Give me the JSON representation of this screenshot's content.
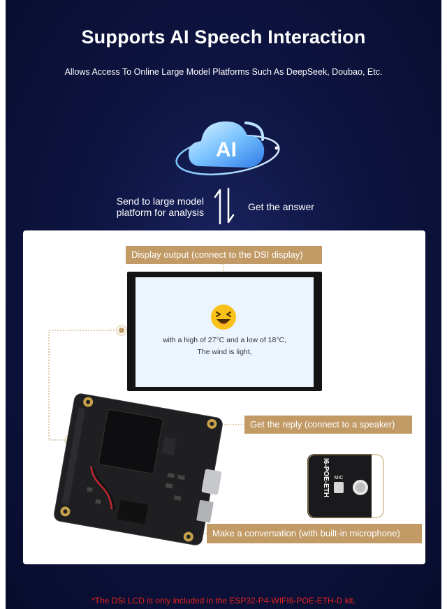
{
  "header": {
    "title": "Supports AI Speech Interaction",
    "subtitle": "Allows Access To Online Large Model Platforms Such As DeepSeek, Doubao, Etc."
  },
  "ai_logo": {
    "text": "AI",
    "icon": "ai-cloud-icon"
  },
  "flow": {
    "send_line1": "Send to large model",
    "send_line2": "platform for analysis",
    "answer": "Get the answer",
    "icon": "up-down-arrows-icon"
  },
  "callouts": {
    "display": "Display output (connect to the DSI display)",
    "reply": "Get the reply (connect to a speaker)",
    "conversation": "Make a conversation (with built-in microphone)"
  },
  "screen": {
    "emoji": "laughing-face-icon",
    "line1": "with a high of 27°C and a low of 18°C,",
    "line2": "The wind is light,"
  },
  "inset": {
    "board_label": "I6-POE-ETH",
    "mic_label": "MIC"
  },
  "footnote": "*The DSI LCD is only included in the ESP32-P4-WIFI6-POE-ETH-D kit.",
  "colors": {
    "background": "#0d1440",
    "tag": "#c19a66",
    "footnote": "#e8231e"
  }
}
